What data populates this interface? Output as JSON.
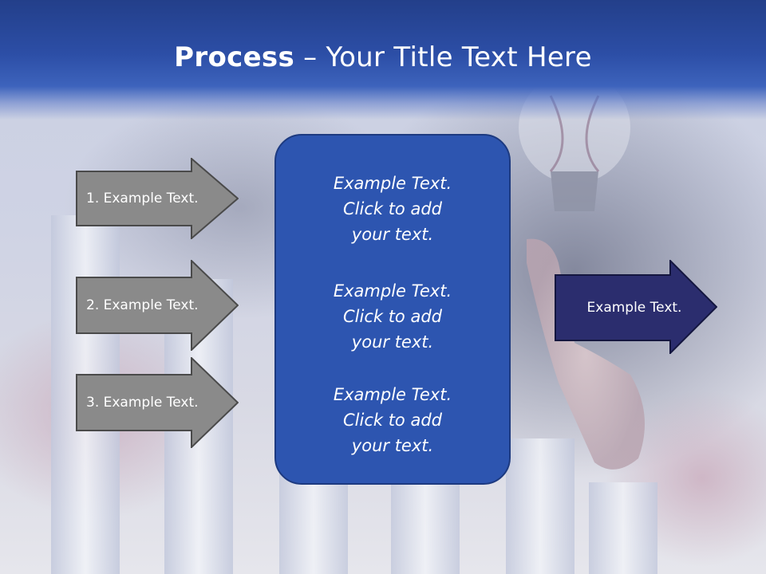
{
  "title": {
    "strong": "Process",
    "rest": " – Your Title Text Here"
  },
  "left_arrows": [
    {
      "label": "1. Example Text."
    },
    {
      "label": "2. Example Text."
    },
    {
      "label": "3. Example Text."
    }
  ],
  "center_panel": {
    "blocks": [
      {
        "line1": "Example Text.",
        "line2": "Click  to add",
        "line3": "your text."
      },
      {
        "line1": "Example Text.",
        "line2": "Click  to add",
        "line3": "your text."
      },
      {
        "line1": "Example Text.",
        "line2": "Click  to add",
        "line3": "your text."
      }
    ]
  },
  "right_arrow": {
    "label": "Example Text."
  },
  "colors": {
    "title_bar": "#2c4ea6",
    "gray_arrow_fill": "#8a8a8a",
    "gray_arrow_stroke": "#4a4a4a",
    "panel_fill": "#2d55b0",
    "panel_stroke": "#1d3a80",
    "dark_arrow_fill": "#2b2d6e",
    "dark_arrow_stroke": "#14163f"
  },
  "background": {
    "icon": "lightbulb-hand-bar-chart-photo"
  }
}
